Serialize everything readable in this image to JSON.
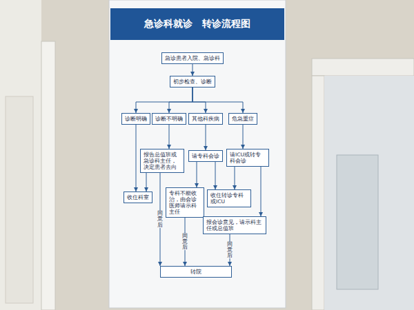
{
  "diagram": {
    "title": "急诊科就诊　转诊流程图",
    "nodes": [
      {
        "text": [
          "急诊患者入院、急诊科"
        ]
      },
      {
        "text": [
          "初步检查、诊断"
        ]
      },
      {
        "text": [
          "诊断明确"
        ]
      },
      {
        "text": [
          "诊断不明确"
        ]
      },
      {
        "text": [
          "其他科疾病"
        ]
      },
      {
        "text": [
          "危急重症"
        ]
      },
      {
        "text": [
          "报告总值班或急诊科主任，决定患者去向"
        ]
      },
      {
        "text": [
          "请专科会诊"
        ]
      },
      {
        "text": [
          "请ICU或转专科会诊"
        ]
      },
      {
        "text": [
          "收住科室"
        ]
      },
      {
        "text": [
          "专科不能收治，由会诊医师请示科主任"
        ]
      },
      {
        "text": [
          "收住转诊专科或ICU"
        ]
      },
      {
        "text": [
          "报会诊意见，请示科主任或总值班"
        ]
      },
      {
        "text": [
          "转院"
        ]
      }
    ],
    "edges": [
      {
        "from": 0,
        "to": 1,
        "arrow": "to"
      },
      {
        "from": 1,
        "to": 2,
        "arrow": "to"
      },
      {
        "from": 1,
        "to": 3,
        "arrow": "to"
      },
      {
        "from": 1,
        "to": 4,
        "arrow": "to"
      },
      {
        "from": 1,
        "to": 5,
        "arrow": "to"
      },
      {
        "from": 2,
        "to": 9,
        "arrow": "to"
      },
      {
        "from": 3,
        "to": 6,
        "arrow": "to"
      },
      {
        "from": 6,
        "to": 9,
        "arrow": "to"
      },
      {
        "from": 6,
        "to": 13,
        "label": "同意后",
        "arrow": "to"
      },
      {
        "from": 4,
        "to": 7,
        "arrow": "to"
      },
      {
        "from": 7,
        "to": 10,
        "arrow": "to"
      },
      {
        "from": 7,
        "to": 11,
        "arrow": "to"
      },
      {
        "from": 5,
        "to": 8,
        "arrow": "to"
      },
      {
        "from": 8,
        "to": 11,
        "arrow": "to"
      },
      {
        "from": 8,
        "to": 12,
        "arrow": "to"
      },
      {
        "from": 10,
        "to": 13,
        "label": "同意后",
        "arrow": "to"
      },
      {
        "from": 12,
        "to": 13,
        "label": "同意后",
        "arrow": "to"
      }
    ]
  }
}
